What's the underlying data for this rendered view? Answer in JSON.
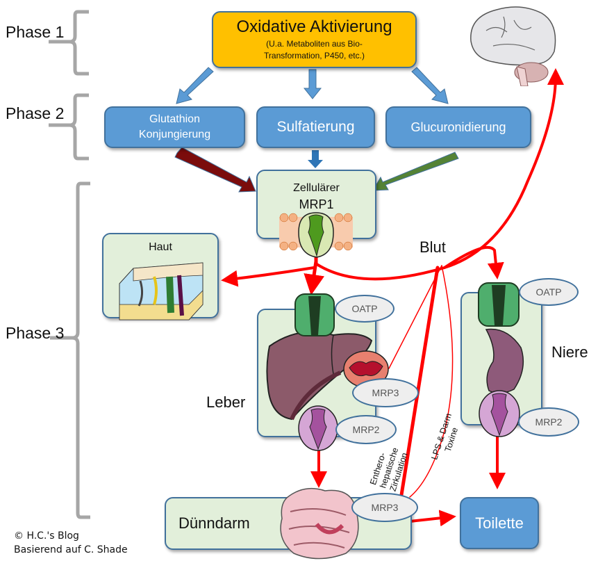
{
  "phases": [
    {
      "label": "Phase 1"
    },
    {
      "label": "Phase 2"
    },
    {
      "label": "Phase 3"
    }
  ],
  "phase1": {
    "title": "Oxidative Aktivierung",
    "subtitle_line1": "(U.a. Metaboliten aus Bio-",
    "subtitle_line2": "Transformation, P450, etc.)"
  },
  "phase2": {
    "glutathion_line1": "Glutathion",
    "glutathion_line2": "Konjungierung",
    "sulfatierung": "Sulfatierung",
    "glucuronidierung": "Glucuronidierung"
  },
  "phase3": {
    "mrp1_line1": "Zellulärer",
    "mrp1_line2": "MRP1",
    "haut": "Haut",
    "blut": "Blut",
    "leber": "Leber",
    "niere": "Niere",
    "duenndarm": "Dünndarm",
    "toilette": "Toilette",
    "liver_oatp": "OATP",
    "liver_mrp3": "MRP3",
    "liver_mrp2": "MRP2",
    "kidney_oatp": "OATP",
    "kidney_mrp2": "MRP2",
    "gut_mrp3": "MRP3",
    "enterohepatic_line1": "Enthero-",
    "enterohepatic_line2": "hepatische",
    "enterohepatic_line3": "Zirkulation",
    "lps_line1": "LPS & Darm",
    "lps_line2": "Toxine"
  },
  "credits": {
    "line1": "© H.C.'s Blog",
    "line2": "Basierend auf C. Shade"
  },
  "colors": {
    "orange": "#ffc000",
    "blue": "#5b9bd5",
    "green_box": "#e2efda",
    "red_arrow": "#ff0000",
    "dark_red_arrow": "#7b0c0c",
    "green_arrow": "#548235",
    "bracket": "#a6a6a6"
  }
}
